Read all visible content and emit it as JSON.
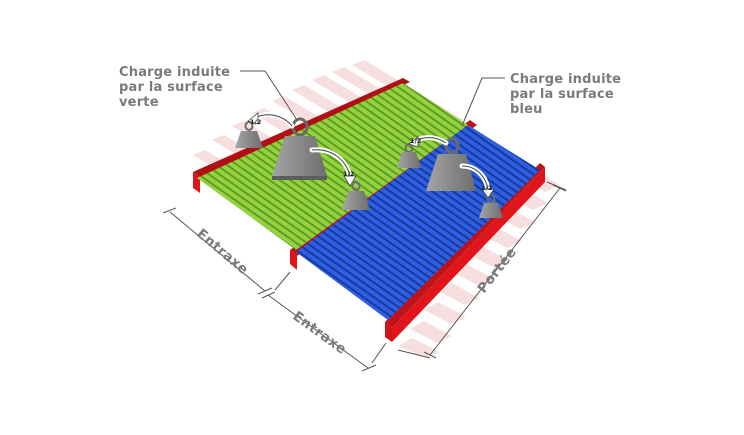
{
  "callouts": {
    "green": "Charge induite\npar la surface\nverte",
    "blue": "Charge induite\npar la surface\nbleu"
  },
  "dimensions": {
    "entraxe_1": "Entraxe",
    "entraxe_2": "Entraxe",
    "portee": "Portée"
  },
  "weights": {
    "half_label": "1/2"
  },
  "colors": {
    "green_surface": "#8fcf3a",
    "blue_surface": "#2b57d6",
    "beam": "#e0151b",
    "joist": "#f6dede",
    "weight": "#8a8a8a",
    "text": "#7a7a7a"
  }
}
